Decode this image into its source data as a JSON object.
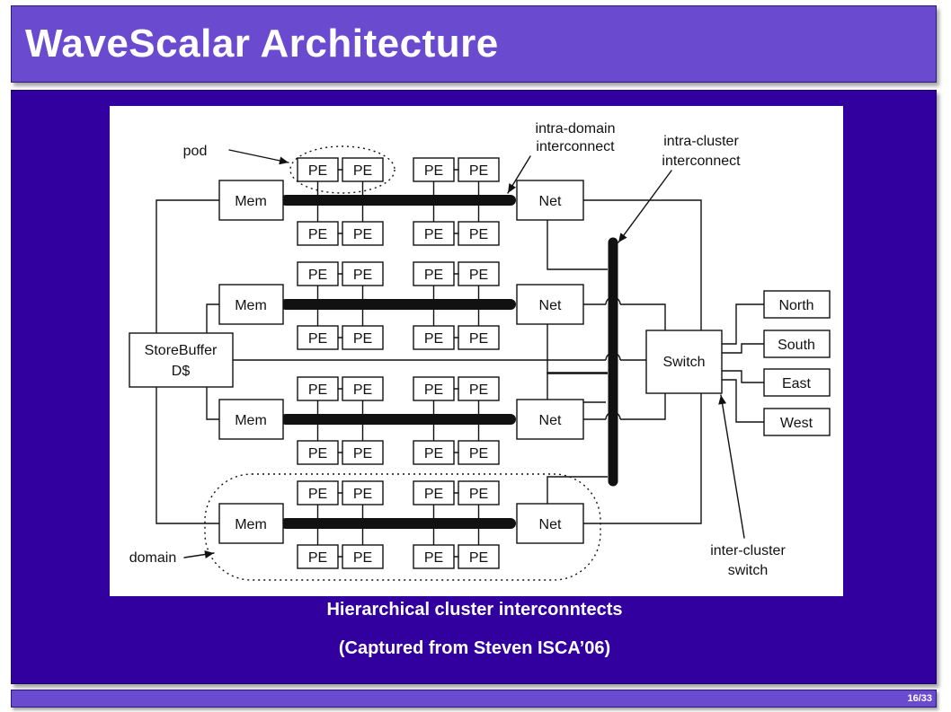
{
  "slide": {
    "title": "WaveScalar Architecture",
    "page_number": "16/33"
  },
  "diagram": {
    "pe_label": "PE",
    "mem_label": "Mem",
    "net_label": "Net",
    "storebuffer_line1": "StoreBuffer",
    "storebuffer_line2": "D$",
    "switch_label": "Switch",
    "directions": [
      "North",
      "South",
      "East",
      "West"
    ],
    "annotations": {
      "pod": "pod",
      "domain": "domain",
      "intra_domain_1": "intra-domain",
      "intra_domain_2": "interconnect",
      "intra_cluster_1": "intra-cluster",
      "intra_cluster_2": "interconnect",
      "inter_cluster_1": "inter-cluster",
      "inter_cluster_2": "switch"
    }
  },
  "caption": {
    "line1": "Hierarchical cluster interconntects",
    "line2": "(Captured from Steven ISCA’06)"
  }
}
